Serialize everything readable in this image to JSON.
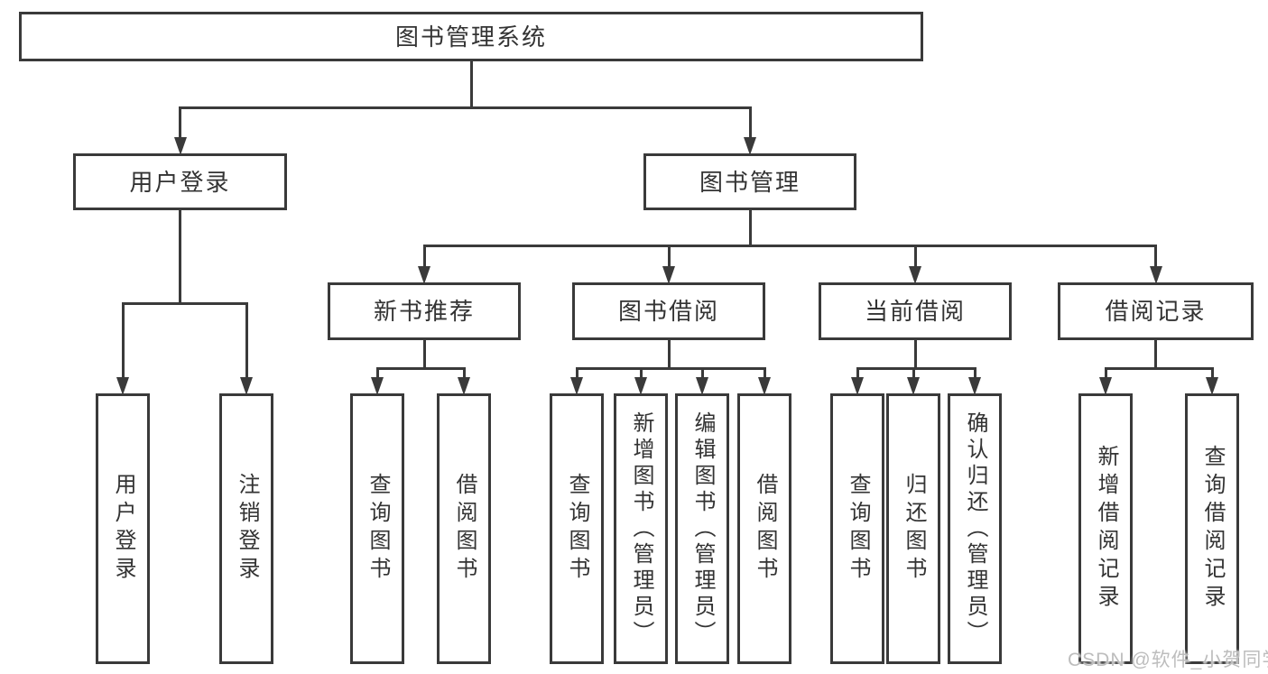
{
  "title": "图书管理系统",
  "watermark": "CSDN @软件_小贺同学",
  "colors": {
    "line": "#3a3a3a",
    "text": "#333333",
    "watermark": "#bdbdbd",
    "background": "#ffffff"
  },
  "nodes": [
    {
      "id": "root",
      "label": "图书管理系统",
      "parent": null
    },
    {
      "id": "user-login",
      "label": "用户登录",
      "parent": "root"
    },
    {
      "id": "book-mgmt",
      "label": "图书管理",
      "parent": "root"
    },
    {
      "id": "user-login-leaf",
      "label": "用户登录",
      "parent": "user-login"
    },
    {
      "id": "logout-leaf",
      "label": "注销登录",
      "parent": "user-login"
    },
    {
      "id": "new-book-rec",
      "label": "新书推荐",
      "parent": "book-mgmt"
    },
    {
      "id": "book-borrow",
      "label": "图书借阅",
      "parent": "book-mgmt"
    },
    {
      "id": "current-borrow",
      "label": "当前借阅",
      "parent": "book-mgmt"
    },
    {
      "id": "borrow-records",
      "label": "借阅记录",
      "parent": "book-mgmt"
    },
    {
      "id": "nbr-query",
      "label": "查询图书",
      "parent": "new-book-rec"
    },
    {
      "id": "nbr-borrow",
      "label": "借阅图书",
      "parent": "new-book-rec"
    },
    {
      "id": "bb-query",
      "label": "查询图书",
      "parent": "book-borrow"
    },
    {
      "id": "bb-add",
      "label": "新增图书（管理员）",
      "parent": "book-borrow"
    },
    {
      "id": "bb-edit",
      "label": "编辑图书（管理员）",
      "parent": "book-borrow"
    },
    {
      "id": "bb-borrow",
      "label": "借阅图书",
      "parent": "book-borrow"
    },
    {
      "id": "cb-query",
      "label": "查询图书",
      "parent": "current-borrow"
    },
    {
      "id": "cb-return",
      "label": "归还图书",
      "parent": "current-borrow"
    },
    {
      "id": "cb-confirm",
      "label": "确认归还（管理员）",
      "parent": "current-borrow"
    },
    {
      "id": "br-add",
      "label": "新增借阅记录",
      "parent": "borrow-records"
    },
    {
      "id": "br-query",
      "label": "查询借阅记录",
      "parent": "borrow-records"
    }
  ]
}
